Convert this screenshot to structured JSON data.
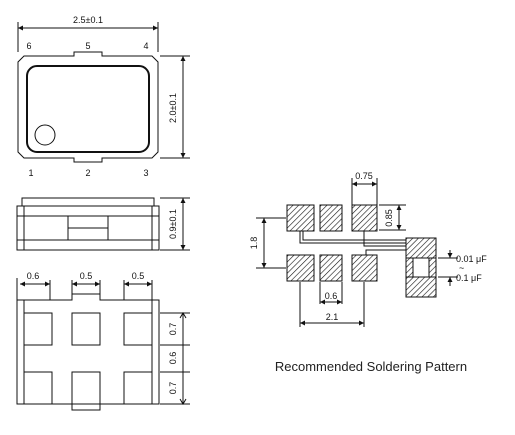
{
  "top_view": {
    "width_dim": "2.5±0.1",
    "height_dim": "2.0±0.1",
    "pins_top": [
      "6",
      "5",
      "4"
    ],
    "pins_bottom": [
      "1",
      "2",
      "3"
    ]
  },
  "side_view": {
    "height_dim": "0.9±0.1"
  },
  "bottom_view": {
    "pad_width_left": "0.6",
    "pad_gap": "0.5",
    "pad_width_right": "0.5",
    "pad_height_top": "0.7",
    "pad_spacing": "0.6",
    "pad_height_bottom": "0.7"
  },
  "solder_pattern": {
    "pad_width_top": "0.75",
    "pad_height": "0.85",
    "row_pitch": "1.8",
    "pad_width_bottom": "0.6",
    "total_span": "2.1",
    "cap1": "0.01 μF",
    "cap_symbol": "~",
    "cap2": "0.1 μF",
    "caption": "Recommended Soldering Pattern"
  }
}
